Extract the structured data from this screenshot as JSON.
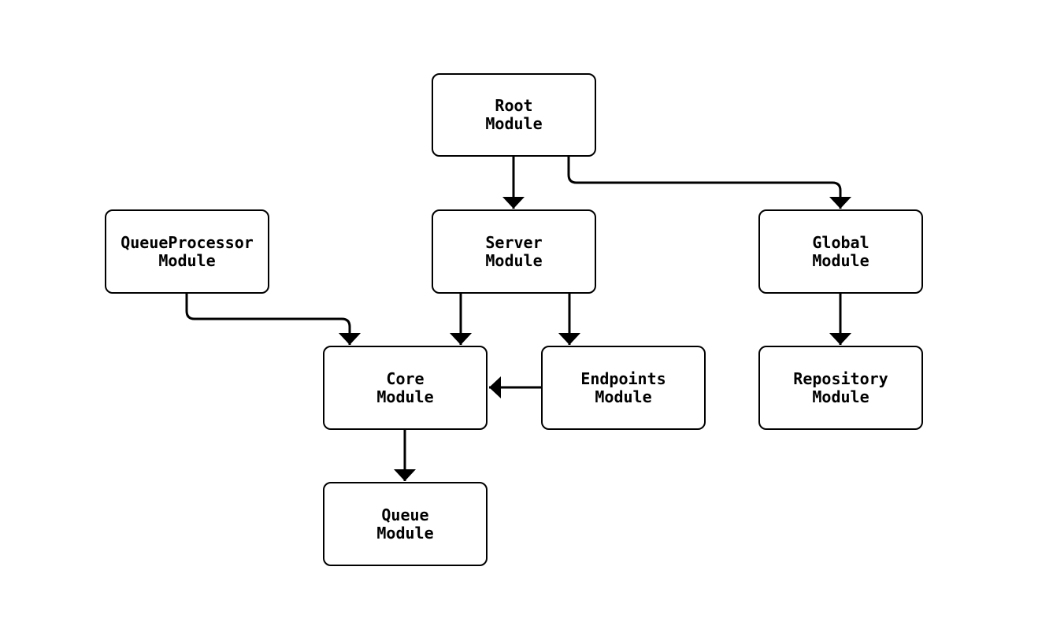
{
  "diagram": {
    "type": "flowchart",
    "colors": {
      "background": "#ffffff",
      "node_fill": "#ffffff",
      "node_border": "#000000",
      "edge_stroke": "#000000",
      "text": "#000000"
    },
    "nodes": [
      {
        "id": "root",
        "label": "Root\nModule"
      },
      {
        "id": "queueprocessor",
        "label": "QueueProcessor\nModule"
      },
      {
        "id": "server",
        "label": "Server\nModule"
      },
      {
        "id": "global",
        "label": "Global\nModule"
      },
      {
        "id": "core",
        "label": "Core\nModule"
      },
      {
        "id": "endpoints",
        "label": "Endpoints\nModule"
      },
      {
        "id": "repository",
        "label": "Repository\nModule"
      },
      {
        "id": "queue",
        "label": "Queue\nModule"
      }
    ],
    "edges": [
      {
        "from": "root",
        "to": "server"
      },
      {
        "from": "root",
        "to": "global"
      },
      {
        "from": "queueprocessor",
        "to": "core"
      },
      {
        "from": "server",
        "to": "core"
      },
      {
        "from": "server",
        "to": "endpoints"
      },
      {
        "from": "endpoints",
        "to": "core"
      },
      {
        "from": "global",
        "to": "repository"
      },
      {
        "from": "core",
        "to": "queue"
      }
    ]
  }
}
